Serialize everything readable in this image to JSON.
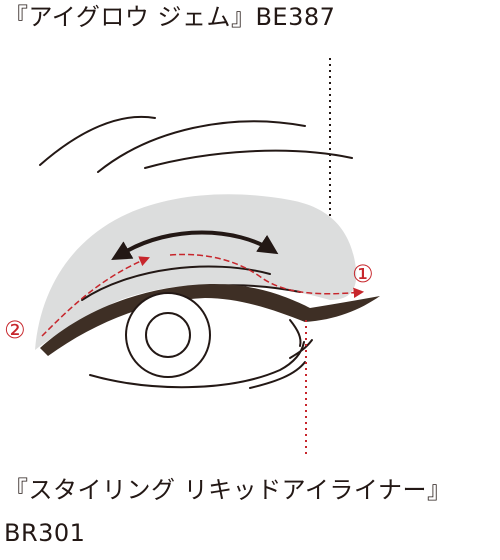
{
  "labels": {
    "eyeshadow": "『アイグロウ ジェム』BE387",
    "liner_name": "『スタイリング リキッドアイライナー』",
    "liner_code": "BR301"
  },
  "markers": {
    "step1": "①",
    "step2": "②"
  },
  "colors": {
    "shadow_area": "#dcdddd",
    "liner": "#3e2f25",
    "line": "#231815",
    "guide_red": "#c7262c",
    "arrow_black": "#231815"
  }
}
